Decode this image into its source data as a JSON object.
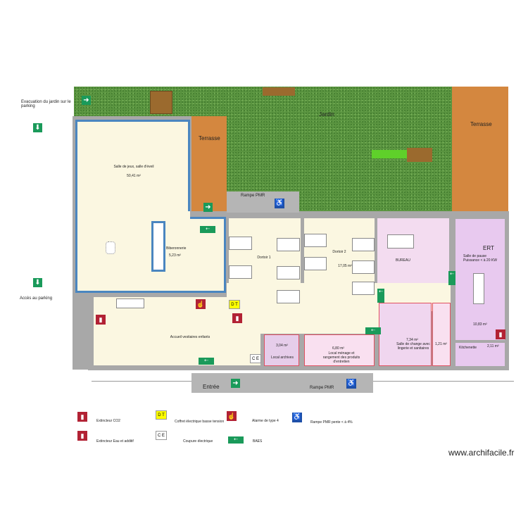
{
  "outside": {
    "evacuation": "Evacuation du jardin sur le parking",
    "parking": "Accès au parking",
    "garden": "Jardin",
    "terrace_left": "Terrasse",
    "terrace_right": "Terrasse",
    "ramp_top": "Rampe PMR",
    "entrance": "Entrée",
    "ramp_bottom": "Rampe PMR"
  },
  "rooms": {
    "playroom": {
      "name": "Salle de jeux, salle d'éveil",
      "area": "50,41 m²"
    },
    "bottle_room": {
      "name": "Biberonnerie",
      "area": "5,23 m²"
    },
    "dorm1": {
      "name": "Dortoir 1"
    },
    "dorm2": {
      "name": "Dortoir 2",
      "area": "17,05 m²"
    },
    "office": {
      "name": "BUREAU"
    },
    "ert": {
      "label": "ERT",
      "name": "Salle de pause",
      "power": "Puissance < à 20 KW",
      "area": "10,83 m²"
    },
    "reception": {
      "name": "Accueil vestiaires enfants"
    },
    "archives": {
      "name": "Local archives",
      "area": "3,04 m²"
    },
    "cleaning": {
      "name": "Local ménage et rangement des produits d'entretien",
      "area": "6,80 m²"
    },
    "changing": {
      "name": "Salle de change avec lingerie et sanitaires",
      "area": "7,34 m²"
    },
    "wc": {
      "area": "1,21 m²"
    },
    "kitchenette": {
      "name": "Kitchenette",
      "area": "2,11 m²"
    }
  },
  "symbols": {
    "dt": "D T",
    "cut": "C E"
  },
  "legend": [
    {
      "icon": "extinguisher-co2-icon",
      "label": "Extincteur CO2"
    },
    {
      "icon": "electrical-panel-icon",
      "label": "Coffret électrique basse tension"
    },
    {
      "icon": "alarm-icon",
      "label": "Alarme de type 4"
    },
    {
      "icon": "wheelchair-icon",
      "label": "Rampe PMR pente < à 4%"
    },
    {
      "icon": "extinguisher-water-icon",
      "label": "Extincteur Eau et additif"
    },
    {
      "icon": "power-cut-icon",
      "label": "Coupure électrique"
    },
    {
      "icon": "emergency-exit-icon",
      "label": "BAES"
    }
  ],
  "watermark": "www.archifacile.fr",
  "colors": {
    "garden": "#5a9440",
    "terrace": "#d4873f",
    "wall": "#a8a8a8",
    "room": "#fbf7e1",
    "office": "#f3dcf0",
    "ert": "#e8c9ef",
    "playroom_border": "#4a86c0",
    "exit": "#1a9a5a",
    "extinguisher": "#b22234",
    "pmr": "#1e4fa8"
  }
}
